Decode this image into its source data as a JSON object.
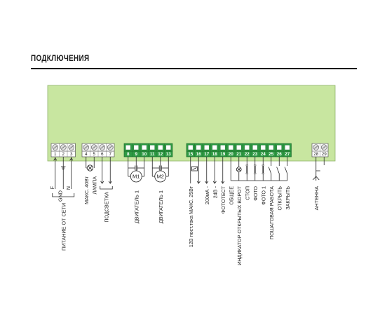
{
  "title": "ПОДКЛЮЧЕНИЯ",
  "colors": {
    "board": "#c8e6a0",
    "board_stroke": "#8fb46a",
    "terminal_green": "#2e9a43",
    "terminal_grey": "#dcdcdc",
    "line": "#222222"
  },
  "terminals": {
    "grey_left": [
      "1",
      "2",
      "3",
      "4",
      "5",
      "6",
      "7"
    ],
    "green_motors": [
      "8",
      "9",
      "10",
      "11",
      "12",
      "13"
    ],
    "green_io": [
      "15",
      "16",
      "17",
      "18",
      "19",
      "20",
      "21",
      "22",
      "23",
      "24",
      "25",
      "26",
      "27"
    ],
    "grey_antenna": [
      "28",
      "29"
    ]
  },
  "supply_marks": [
    "F",
    "GND",
    "N"
  ],
  "motors": [
    "M1",
    "M2"
  ],
  "labels": {
    "power": "ПИТАНИЕ ОТ СЕТИ",
    "lamp_line1": "МАКС. 40Вт",
    "lamp_line2": "ЛАМПА",
    "light": "ПОДСВЕТКА",
    "motor1": "ДВИГАТЕЛЬ 1",
    "motor2": "ДВИГАТЕЛЬ 1",
    "io": [
      "12В пост.тока МАКС. 25Вт",
      "200мА -",
      "24В -",
      "ФОТОТЕСТ",
      "ОБЩЕЕ",
      "ИНДИКАТОР ОТКРЫТЫХ ВОРОТ",
      "СТОП",
      "ФОТО",
      "ФОТО 1",
      "ПОШАГОВАЯ РАБОТА",
      "ОТКРЫТЬ",
      "ЗАКРЫТЬ"
    ],
    "antenna": "АНТЕННА"
  }
}
